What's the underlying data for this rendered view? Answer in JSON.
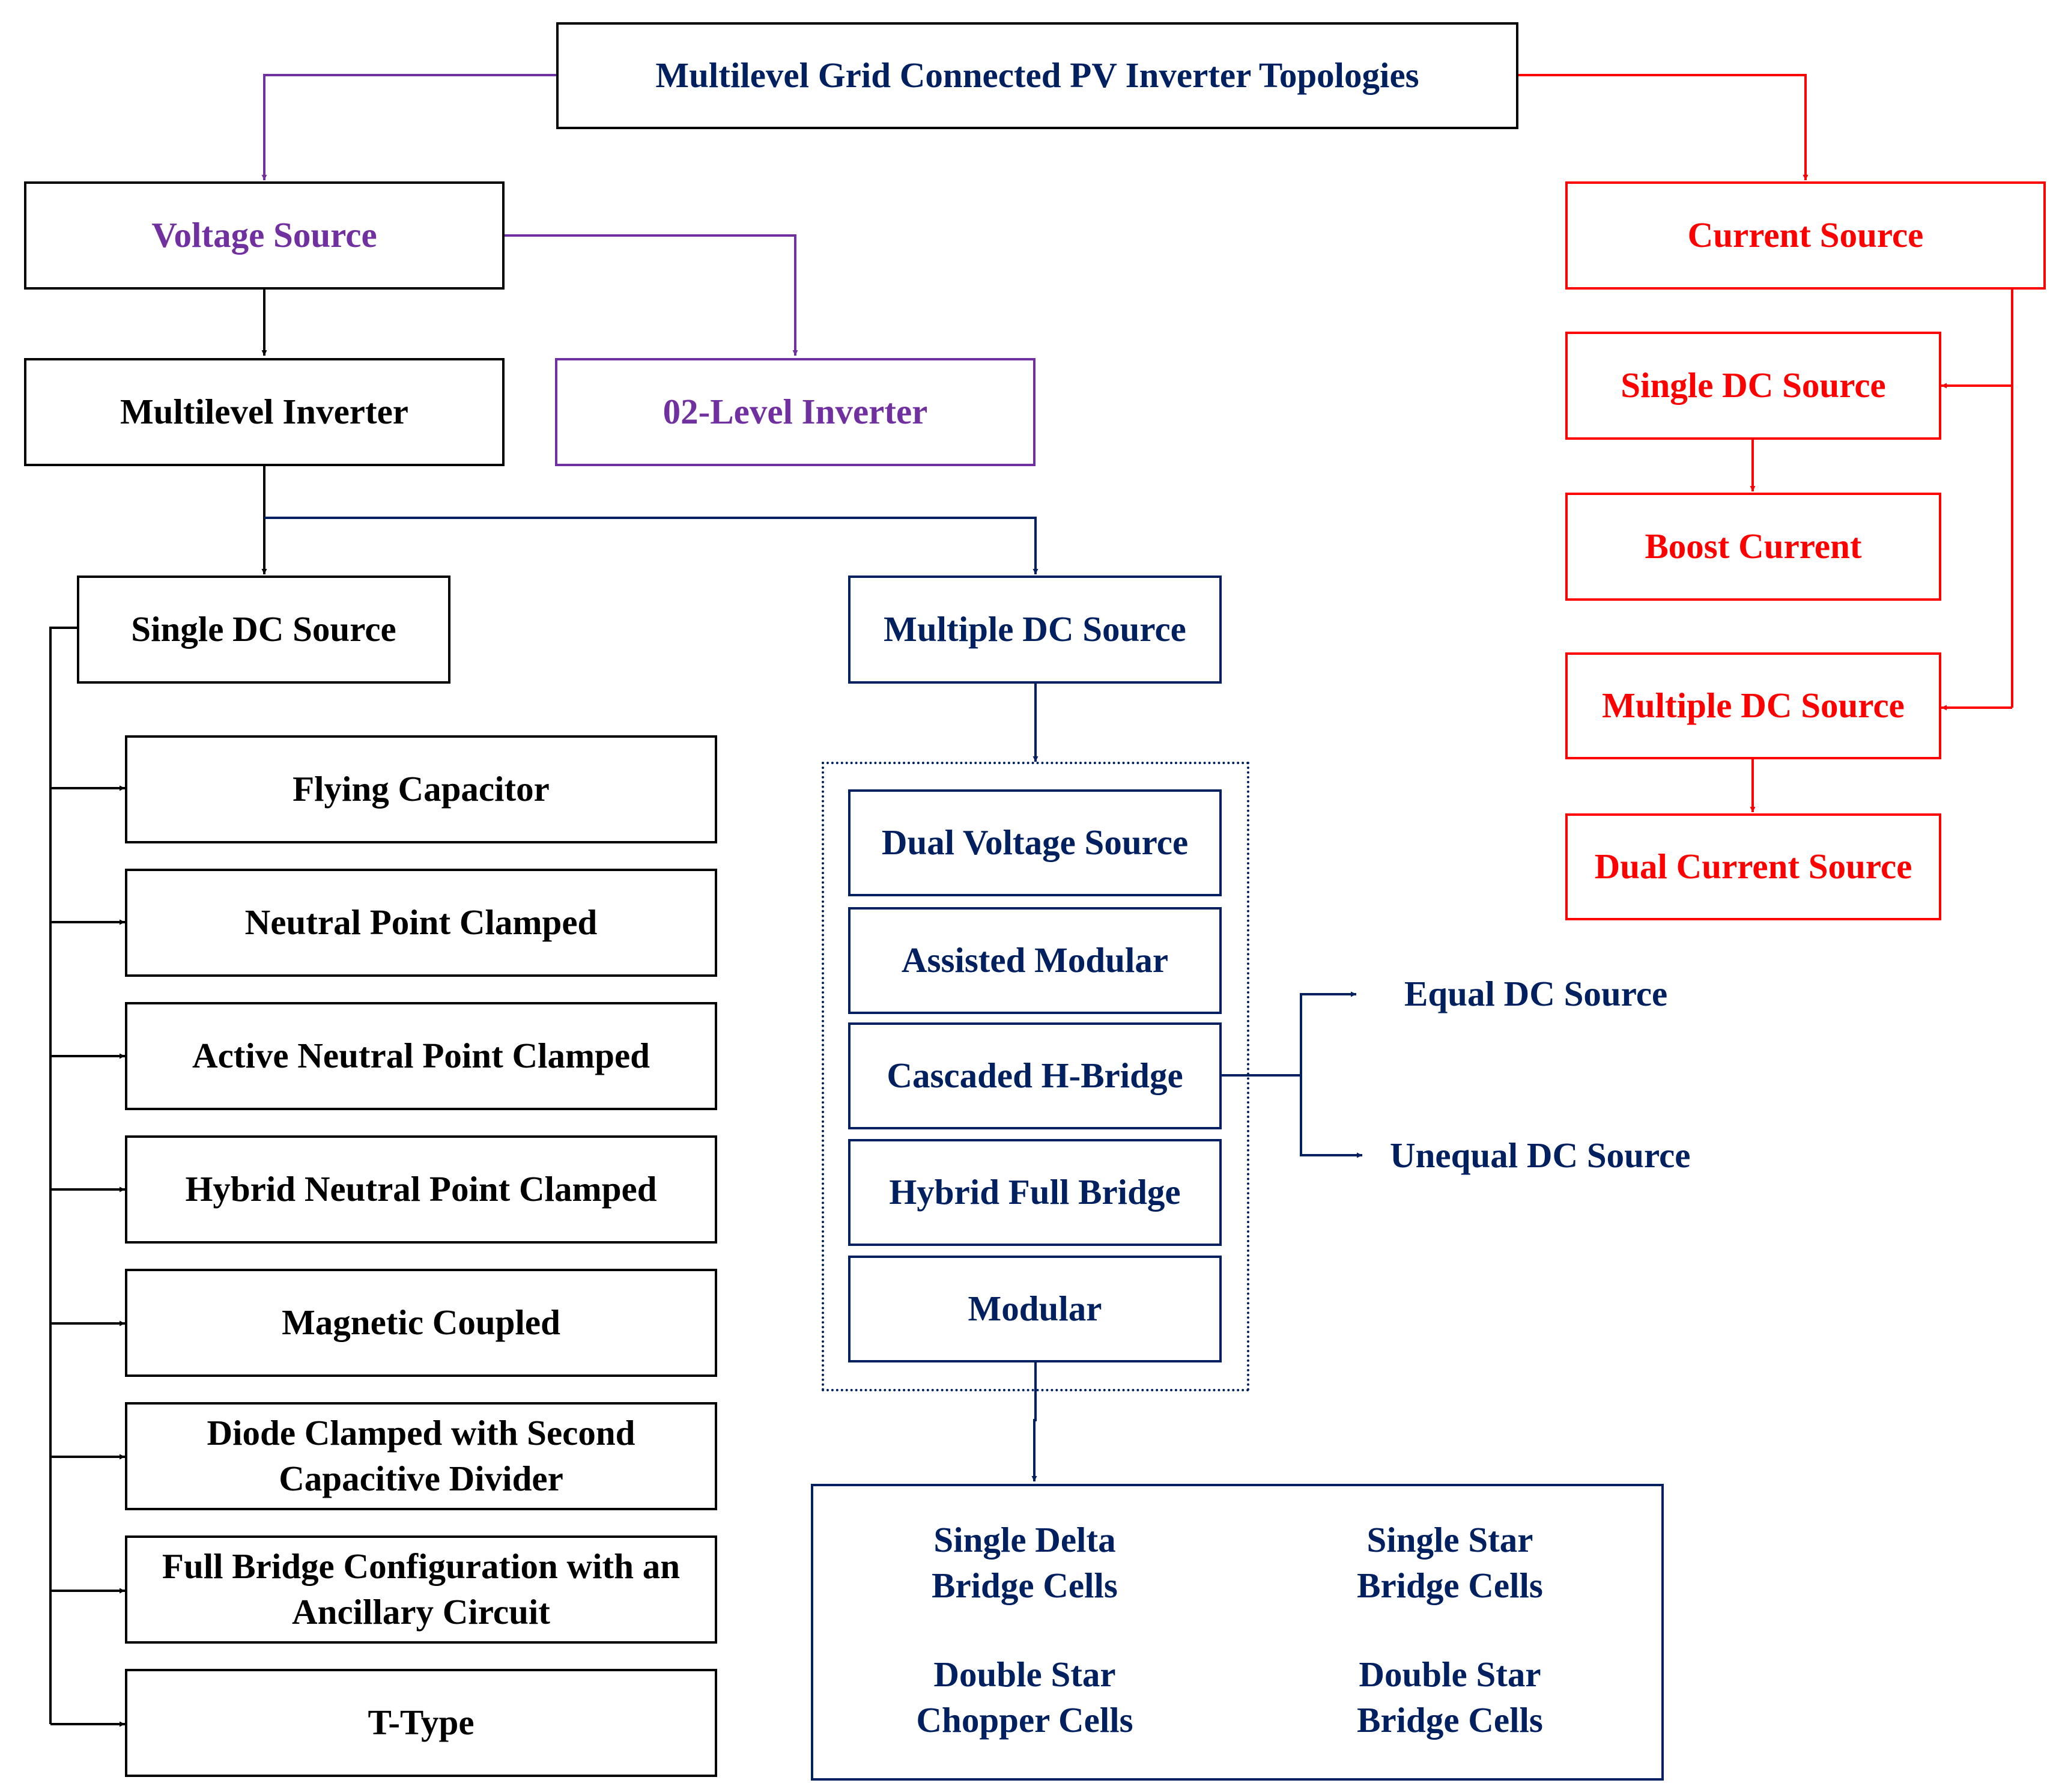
{
  "colors": {
    "black": "#000000",
    "purple": "#7030A0",
    "red": "#FF0000",
    "navy": "#002060"
  },
  "title": "Multilevel Grid Connected PV Inverter Topologies",
  "voltage_source": "Voltage Source",
  "current_source": "Current Source",
  "multilevel_inverter": "Multilevel Inverter",
  "two_level_inverter": "02-Level Inverter",
  "single_dc_source": {
    "label": "Single DC Source",
    "items": [
      "Flying Capacitor",
      "Neutral Point Clamped",
      "Active Neutral Point Clamped",
      "Hybrid Neutral Point Clamped",
      "Magnetic Coupled",
      "Diode Clamped with Second\nCapacitive Divider",
      "Full Bridge Configuration with an\nAncillary Circuit",
      "T-Type"
    ]
  },
  "multiple_dc_source": {
    "label": "Multiple DC Source",
    "items": [
      "Dual Voltage Source",
      "Assisted Modular",
      "Cascaded H-Bridge",
      "Hybrid Full Bridge",
      "Modular"
    ],
    "chb_branches": [
      "Equal DC Source",
      "Unequal DC Source"
    ],
    "modular_cells": [
      "Single Delta\nBridge Cells",
      "Single Star\nBridge Cells",
      "Double Star\nChopper Cells",
      "Double Star\nBridge Cells"
    ]
  },
  "current_branch": {
    "single_dc_source": "Single DC Source",
    "boost_current": "Boost Current",
    "multiple_dc_source": "Multiple DC Source",
    "dual_current_source": "Dual Current Source"
  }
}
